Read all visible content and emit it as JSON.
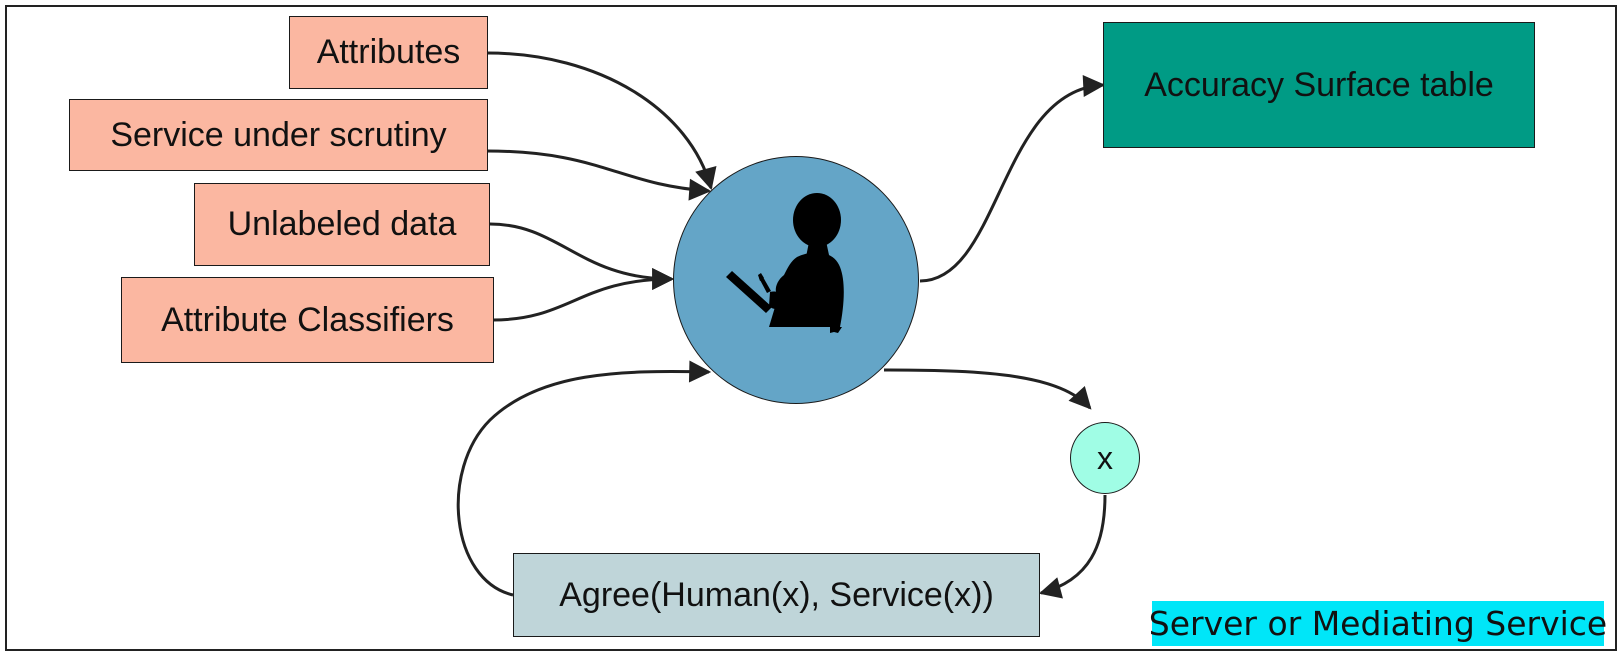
{
  "diagram": {
    "inputs": [
      {
        "label": "Attributes"
      },
      {
        "label": "Service under scrutiny"
      },
      {
        "label": "Unlabeled data"
      },
      {
        "label": "Attribute Classifiers"
      }
    ],
    "human_node": {
      "icon": "person-with-clipboard-icon"
    },
    "output": {
      "label": "Accuracy Surface table"
    },
    "sample_node": {
      "label": "x"
    },
    "loop_box": {
      "label": "Agree(Human(x), Service(x))"
    },
    "container_label": "Server or Mediating Service"
  },
  "colors": {
    "input_fill": "#fbb7a1",
    "output_fill": "#009b85",
    "human_fill": "#64a5c7",
    "sample_fill": "#a0fde5",
    "loop_fill": "#bfd5d9",
    "container_label_fill": "#00e6f8"
  }
}
